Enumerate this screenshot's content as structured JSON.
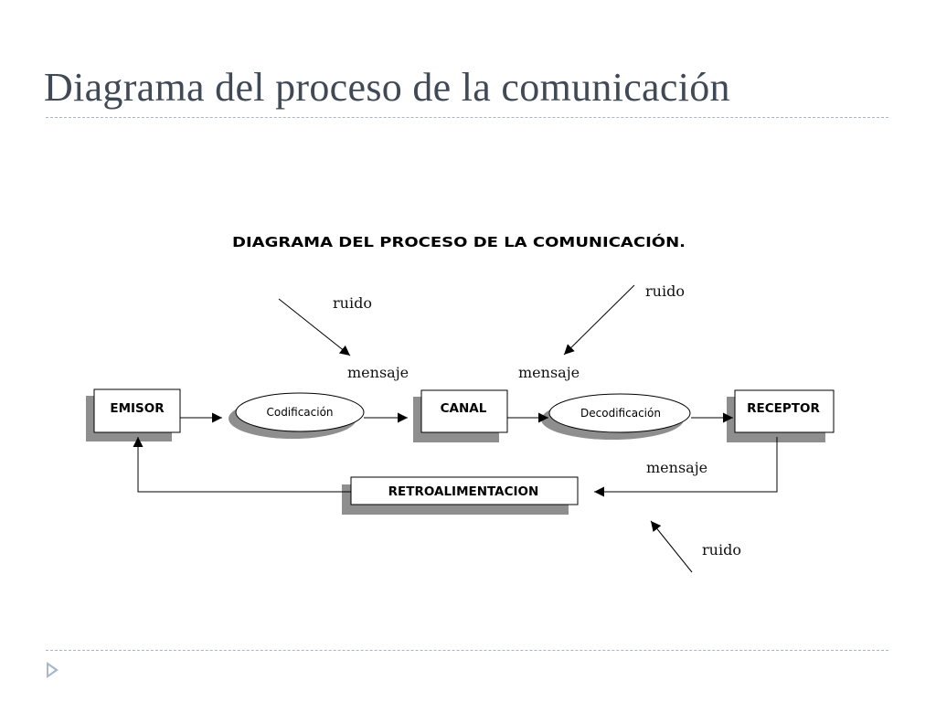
{
  "slide": {
    "title": "Diagrama del proceso de la comunicación"
  },
  "diagram": {
    "heading": "DIAGRAMA DEL PROCESO DE LA COMUNICACIÓN.",
    "nodes": {
      "emisor": "EMISOR",
      "codificacion": "Codificación",
      "canal": "CANAL",
      "decodificacion": "Decodificación",
      "receptor": "RECEPTOR",
      "retroalimentacion": "RETROALIMENTACION"
    },
    "labels": {
      "ruido_1": "ruido",
      "ruido_2": "ruido",
      "ruido_3": "ruido",
      "mensaje_1": "mensaje",
      "mensaje_2": "mensaje",
      "mensaje_3": "mensaje"
    }
  },
  "colors": {
    "title": "#404a57",
    "rule": "#a9b6c8",
    "bullet": "#a9b9cb",
    "shadow": "#8e8e8e",
    "line": "#000000"
  }
}
